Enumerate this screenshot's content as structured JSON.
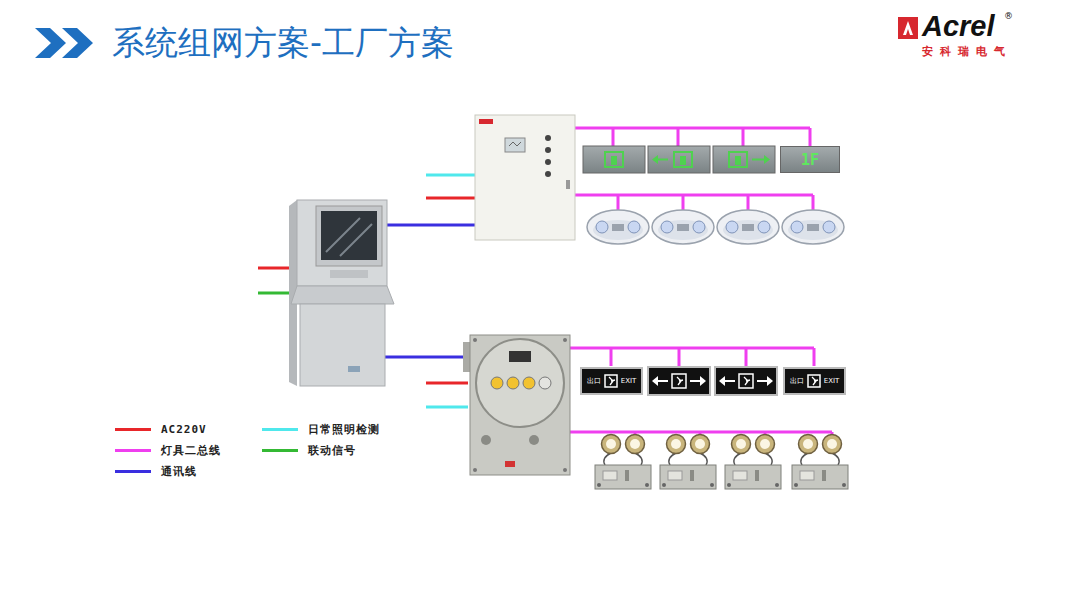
{
  "diagram": {
    "title": "系统组网方案-工厂方案",
    "nodes": [
      {
        "text": [
          "1F"
        ]
      },
      {
        "text": [
          "出口",
          "EXIT"
        ]
      },
      {
        "text": [
          "出口",
          "EXIT"
        ]
      }
    ],
    "labels": [
      "Acrel",
      "®",
      "安科瑞电气"
    ],
    "legend": [
      {
        "text": "AC220V",
        "color": "#e8262a"
      },
      {
        "text": "日常照明检测",
        "color": "#4fe8ec"
      },
      {
        "text": "灯具二总线",
        "color": "#ef3fef"
      },
      {
        "text": "联动信号",
        "color": "#34b934"
      },
      {
        "text": "通讯线",
        "color": "#3a2ee0"
      }
    ]
  }
}
